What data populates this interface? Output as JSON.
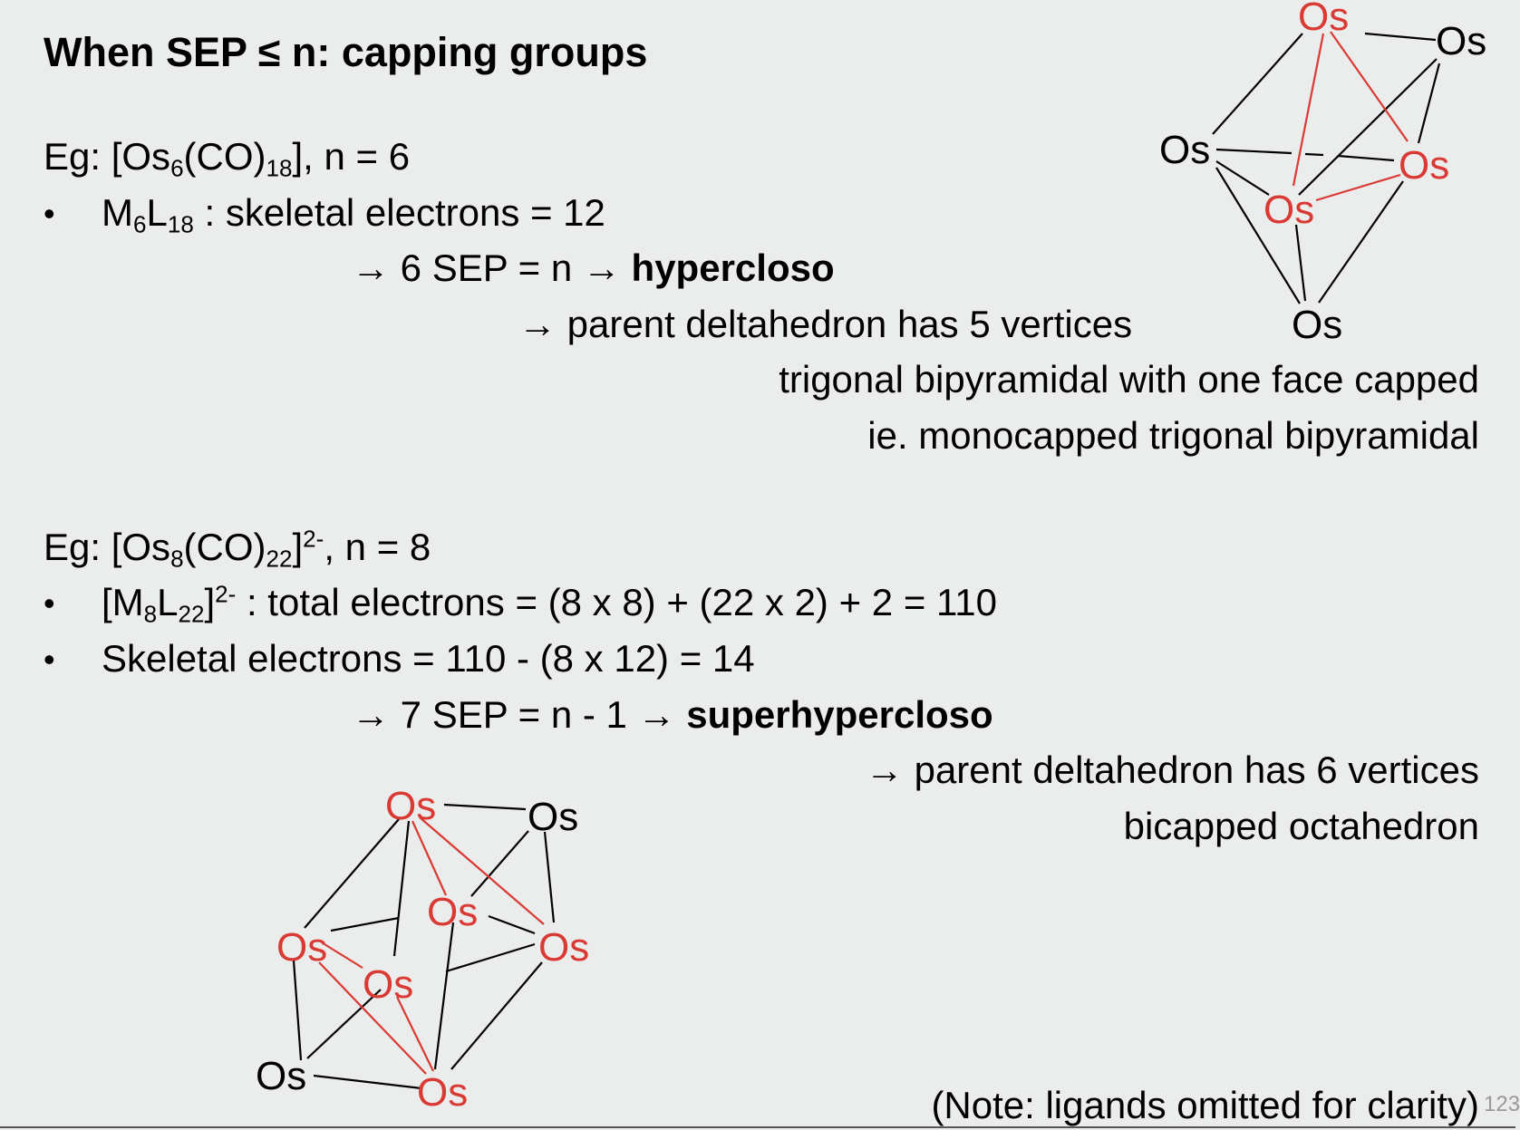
{
  "title": "When SEP ≤ n: capping groups",
  "example1": {
    "eg_prefix": "Eg: [Os",
    "eg_sub1": "6",
    "eg_mid": "(CO)",
    "eg_sub2": "18",
    "eg_suffix": "], n = 6",
    "bullet1": {
      "m": "M",
      "m_sub": "6",
      "l": "L",
      "l_sub": "18",
      "rest": " : skeletal electrons = 12"
    },
    "line_sep": "→ 6 SEP = n → ",
    "line_sep_bold": "hypercloso",
    "line_parent": "→ parent deltahedron has 5 vertices",
    "line_shape": "trigonal bipyramidal with one face capped",
    "line_ie": "ie. monocapped trigonal bipyramidal"
  },
  "example2": {
    "eg_prefix": "Eg: [Os",
    "eg_sub1": "8",
    "eg_mid": "(CO)",
    "eg_sub2": "22",
    "eg_close": "]",
    "eg_sup": "2-",
    "eg_suffix": ", n = 8",
    "bullet1": {
      "open": "[M",
      "m_sub": "8",
      "l": "L",
      "l_sub": "22",
      "close": "]",
      "sup": "2-",
      "rest": " : total electrons = (8 x 8) + (22 x 2) + 2 = 110"
    },
    "bullet2": "Skeletal electrons = 110 - (8 x 12) = 14",
    "line_sep": "→ 7 SEP = n - 1 → ",
    "line_sep_bold": "superhypercloso",
    "line_parent": "→ parent deltahedron has 6 vertices",
    "line_shape": "bicapped octahedron"
  },
  "bullet_char": "•",
  "atom_label": "Os",
  "note": "(Note: ligands omitted for clarity)",
  "page_number": "123",
  "colors": {
    "capping_red": "#d93a33",
    "background": "#ebedec"
  }
}
